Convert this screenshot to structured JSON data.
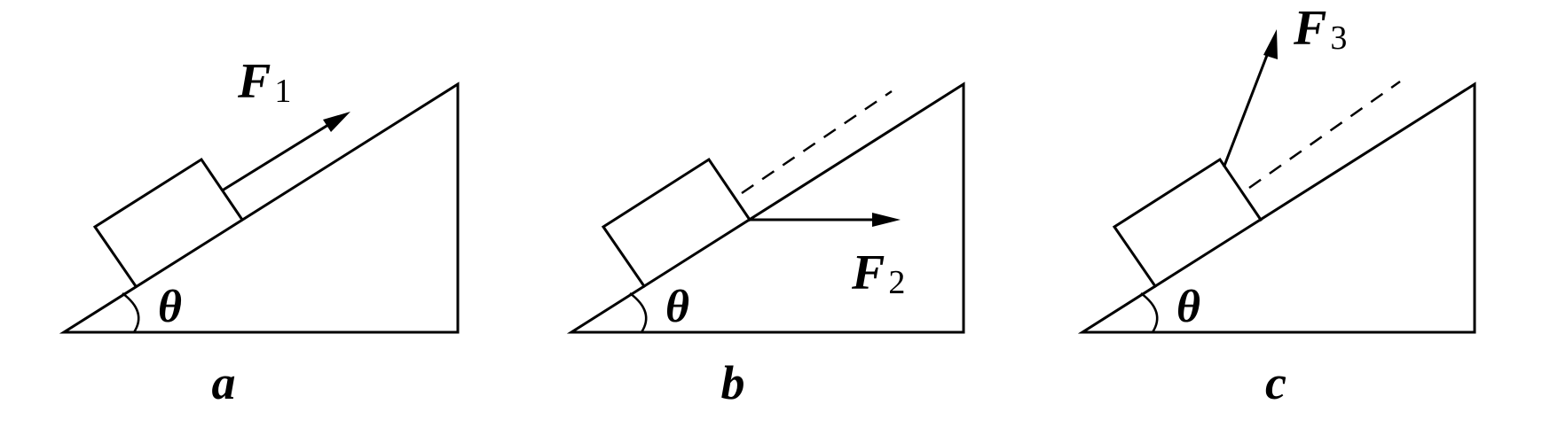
{
  "panels": [
    {
      "caption": "a",
      "angle_label": "θ",
      "force": {
        "symbol": "F",
        "subscript": "1"
      }
    },
    {
      "caption": "b",
      "angle_label": "θ",
      "force": {
        "symbol": "F",
        "subscript": "2"
      }
    },
    {
      "caption": "c",
      "angle_label": "θ",
      "force": {
        "symbol": "F",
        "subscript": "3"
      }
    }
  ]
}
